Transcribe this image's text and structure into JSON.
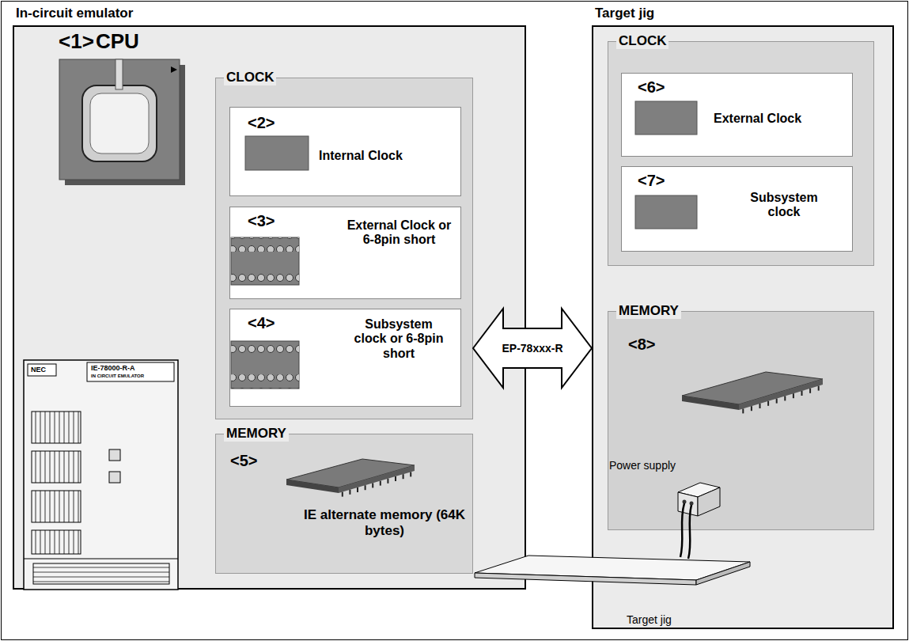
{
  "diagram": {
    "nodes": [
      {
        "text": [
          "In-circuit emulator"
        ]
      },
      {
        "text": [
          "CLOCK"
        ],
        "in": 0
      },
      {
        "text": [
          "<2>",
          "Internal Clock"
        ],
        "in": 1
      },
      {
        "text": [
          "<3>",
          "External Clock or 6-8pin short"
        ],
        "in": 1
      },
      {
        "text": [
          "<4>",
          "Subsystem clock or 6-8pin short"
        ],
        "in": 1
      },
      {
        "text": [
          "MEMORY",
          "<5>",
          "IE alternate memory (64K bytes)"
        ],
        "in": 0
      },
      {
        "text": [
          "Target jig"
        ]
      },
      {
        "text": [
          "CLOCK"
        ],
        "in": 6
      },
      {
        "text": [
          "<6>",
          "External Clock"
        ],
        "in": 7
      },
      {
        "text": [
          "<7>",
          "Subsystem clock"
        ],
        "in": 7
      },
      {
        "text": [
          "MEMORY",
          "<8>"
        ],
        "in": 6
      }
    ],
    "edges": [
      {
        "from": 1,
        "to": 6,
        "label": "EP-78xxx-R",
        "arrow": "both"
      }
    ],
    "labels": [
      "<1>",
      "CPU",
      "NEC",
      "IE-78000-R-A",
      "IN CIRCUIT EMULATOR",
      "Power supply",
      "Target jig"
    ]
  }
}
